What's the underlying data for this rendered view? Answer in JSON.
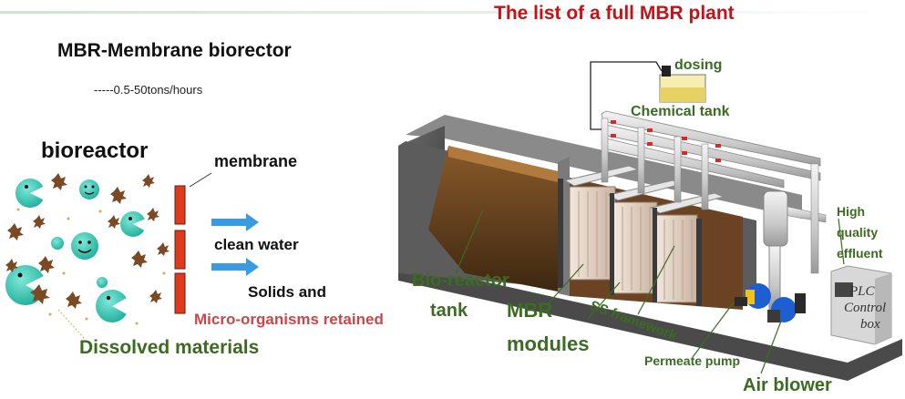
{
  "left_panel": {
    "title": "MBR-Membrane biorector",
    "capacity": "-----0.5-50tons/hours",
    "bioreactor": "bioreactor",
    "membrane": "membrane",
    "clean_water": "clean water",
    "solids": "Solids and",
    "micro_organisms": "Micro-organisms retained",
    "dissolved": "Dissolved materials"
  },
  "right_panel": {
    "title": "The list of a full MBR plant",
    "dosing": "dosing",
    "chemical_tank": "Chemical tank",
    "effluent_line1": "High",
    "effluent_line2": "quality",
    "effluent_line3": "effluent",
    "bioreactor_tank_line1": "Bio-reactor",
    "bioreactor_tank_line2": "tank",
    "mbr_line1": "MBR",
    "mbr_line2": "modules",
    "ss_framework": "SS framework",
    "permeate_pump": "Permeate pump",
    "air_blower": "Air blower",
    "plc_line1": "PLC",
    "plc_line2": "Control",
    "plc_line3": "box"
  },
  "colors": {
    "title_red": "#c0141b",
    "label_green": "#3c6b22",
    "membrane_red": "#e03a1e",
    "arrow_blue": "#3a9be0",
    "microbe_teal": "#2ec4b0",
    "particle_brown": "#7a4a24"
  }
}
